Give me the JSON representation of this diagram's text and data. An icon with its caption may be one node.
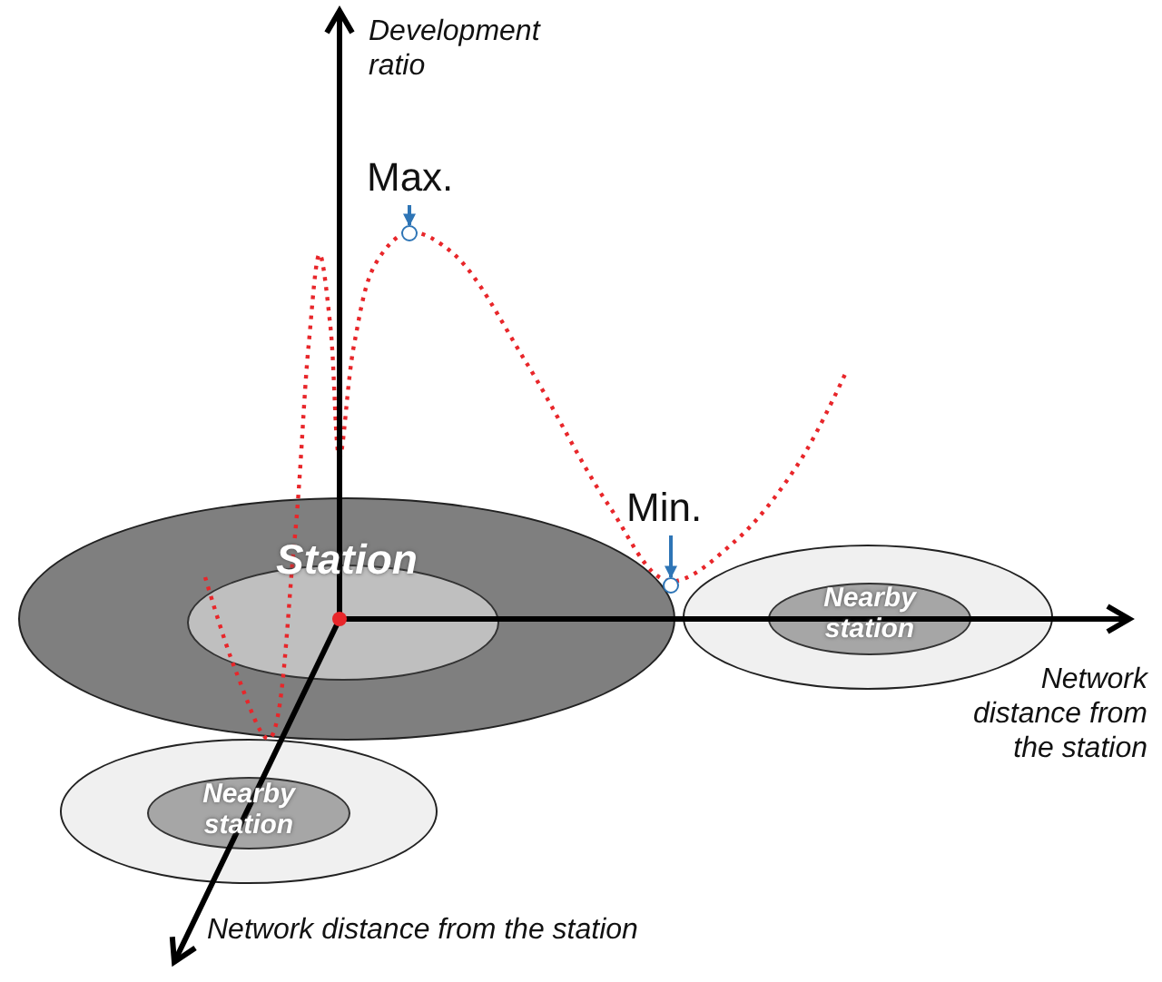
{
  "diagram": {
    "nodes": [
      {
        "text": [
          "Station"
        ]
      },
      {
        "text": [
          "Nearby station"
        ]
      },
      {
        "text": [
          "Nearby station"
        ]
      },
      {
        "text": [
          "Max."
        ]
      },
      {
        "text": [],
        "shape": "circle"
      },
      {
        "text": [
          "Min."
        ]
      },
      {
        "text": [],
        "shape": "circle"
      }
    ],
    "edges": [
      {
        "from": 3,
        "to": 4,
        "arrow": "to"
      },
      {
        "from": 5,
        "to": 6,
        "arrow": "to"
      }
    ],
    "labels": [
      "Development ratio",
      "Network distance from the station",
      "Network distance from the station"
    ]
  }
}
